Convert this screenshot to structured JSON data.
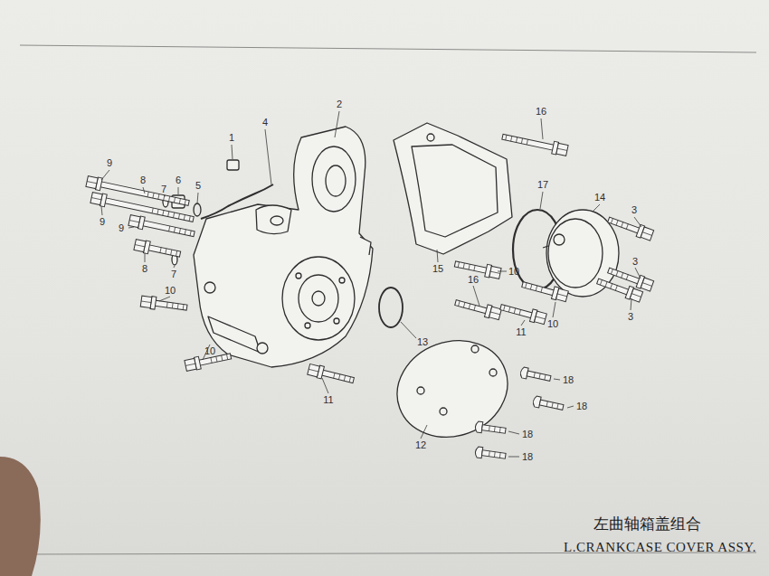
{
  "diagram": {
    "title": "左曲轴箱盖组合",
    "caption": "L.CRANKCASE COVER ASSY.",
    "labels": [
      "2",
      "1",
      "4",
      "16",
      "9",
      "8",
      "6",
      "7",
      "5",
      "17",
      "14",
      "3",
      "9",
      "9",
      "8",
      "7",
      "10",
      "15",
      "10",
      "16",
      "3",
      "3",
      "10",
      "11",
      "13",
      "10",
      "11",
      "18",
      "18",
      "12",
      "18",
      "18"
    ]
  }
}
